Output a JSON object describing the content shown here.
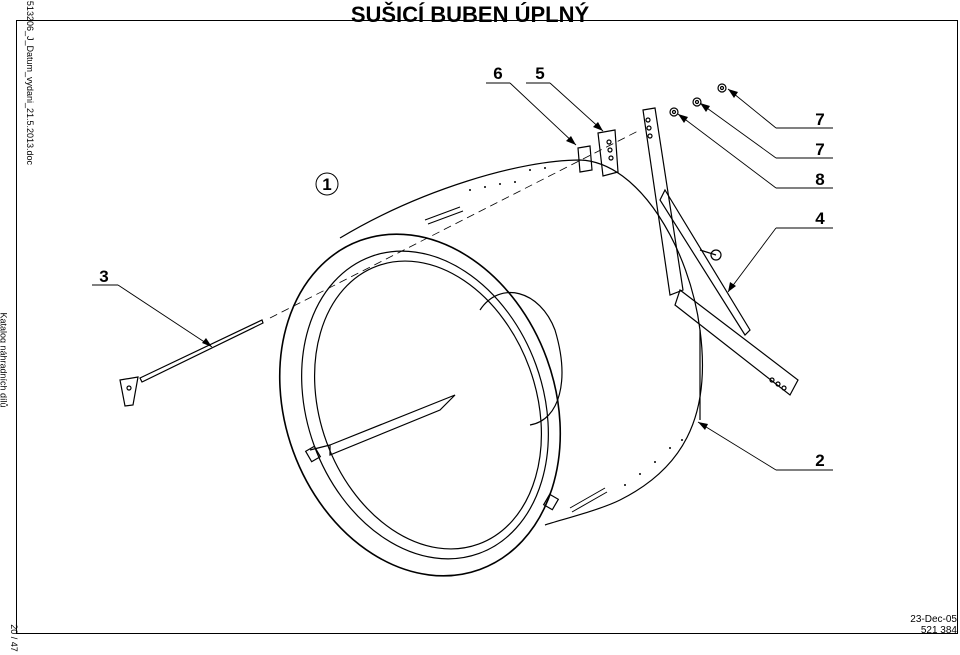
{
  "title": "SUŠICÍ BUBEN ÚPLNÝ",
  "side_text": {
    "file": "513206_J_Datum_vydani_21.5.2013.doc",
    "catalog": "Katalog náhradních dílů",
    "page": "20 / 47"
  },
  "footer": {
    "date": "23-Dec-05",
    "code": "521 384"
  },
  "callouts": {
    "c1": "1",
    "c2": "2",
    "c3": "3",
    "c4": "4",
    "c5": "5",
    "c6": "6",
    "c7a": "7",
    "c7b": "7",
    "c8": "8"
  }
}
